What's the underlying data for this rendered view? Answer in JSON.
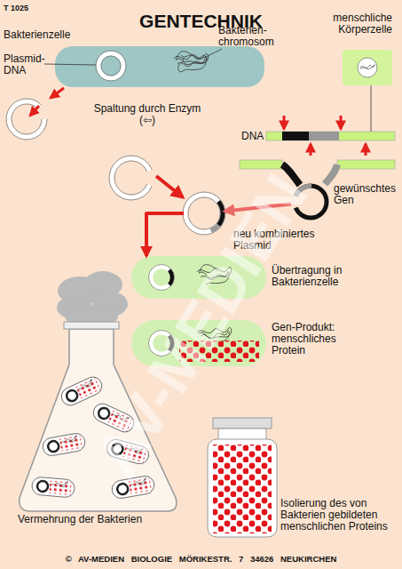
{
  "diagram": {
    "title": "GENTECHNIK",
    "caption": "© AV-MEDIEN BIOLOGIE MÖRIKESTR. 7 34626 NEUKIRCHEN",
    "nodes": [
      {
        "text": [
          "Bakterienzelle"
        ]
      },
      {
        "text": [
          "menschliche Körperzelle"
        ]
      },
      {
        "text": [
          "gewünschtes Gen"
        ]
      },
      {
        "text": [
          "neu kombiniertes Plasmid"
        ]
      },
      {
        "text": [
          "Übertragung in Bakterienzelle"
        ]
      },
      {
        "text": [
          "Gen-Produkt: menschliches Protein"
        ]
      },
      {
        "text": [
          "Vermehrung der Bakterien"
        ]
      },
      {
        "text": [
          "Isolierung des von Bakterien gebildeten menschlichen Proteins"
        ]
      }
    ],
    "edges": [
      {
        "from": 2,
        "to": 3,
        "arrow": "to"
      },
      {
        "from": 3,
        "to": 4,
        "arrow": "to"
      }
    ],
    "labels": [
      "T 1025",
      "Plasmid- DNA",
      "Bakterien- chromosom",
      "DNA",
      "Spaltung durch Enzym (⇦)",
      "AV-MEDIEN"
    ]
  }
}
